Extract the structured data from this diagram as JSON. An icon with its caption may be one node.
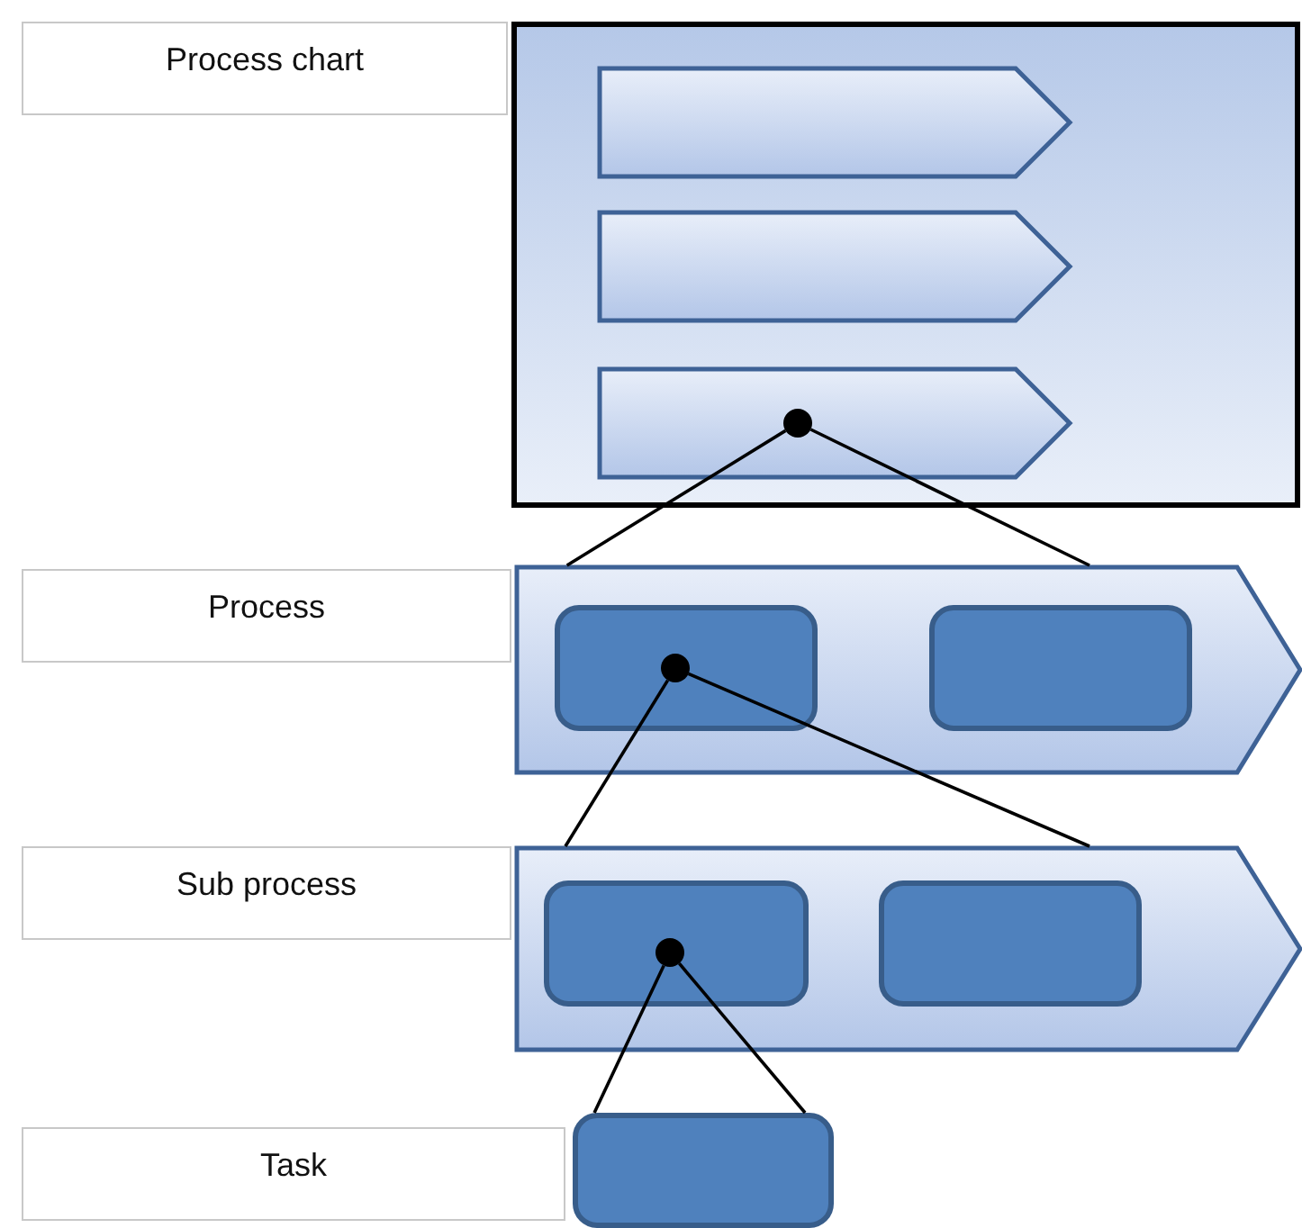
{
  "diagram": {
    "nodes": [
      {
        "text": [
          "Process chart"
        ]
      },
      {
        "text": [],
        "shape": "box"
      },
      {
        "text": [],
        "shape": "chevron",
        "in": 1
      },
      {
        "text": [],
        "shape": "chevron",
        "in": 1
      },
      {
        "text": [],
        "shape": "chevron",
        "in": 1
      },
      {
        "text": [],
        "shape": "circle",
        "in": 4
      },
      {
        "text": [
          "Process"
        ]
      },
      {
        "text": [],
        "shape": "chevron"
      },
      {
        "text": [],
        "shape": "box",
        "in": 7
      },
      {
        "text": [],
        "shape": "box",
        "in": 7
      },
      {
        "text": [],
        "shape": "circle",
        "in": 8
      },
      {
        "text": [
          "Sub process"
        ]
      },
      {
        "text": [],
        "shape": "chevron"
      },
      {
        "text": [],
        "shape": "box",
        "in": 12
      },
      {
        "text": [],
        "shape": "box",
        "in": 12
      },
      {
        "text": [],
        "shape": "circle",
        "in": 13
      },
      {
        "text": [
          "Task"
        ]
      },
      {
        "text": [],
        "shape": "box"
      }
    ],
    "edges": [
      {
        "from": 5,
        "to": 7,
        "arrow": "none"
      },
      {
        "from": 5,
        "to": 7,
        "arrow": "none"
      },
      {
        "from": 10,
        "to": 12,
        "arrow": "none"
      },
      {
        "from": 10,
        "to": 12,
        "arrow": "none"
      },
      {
        "from": 15,
        "to": 17,
        "arrow": "none"
      },
      {
        "from": 15,
        "to": 17,
        "arrow": "none"
      }
    ]
  }
}
